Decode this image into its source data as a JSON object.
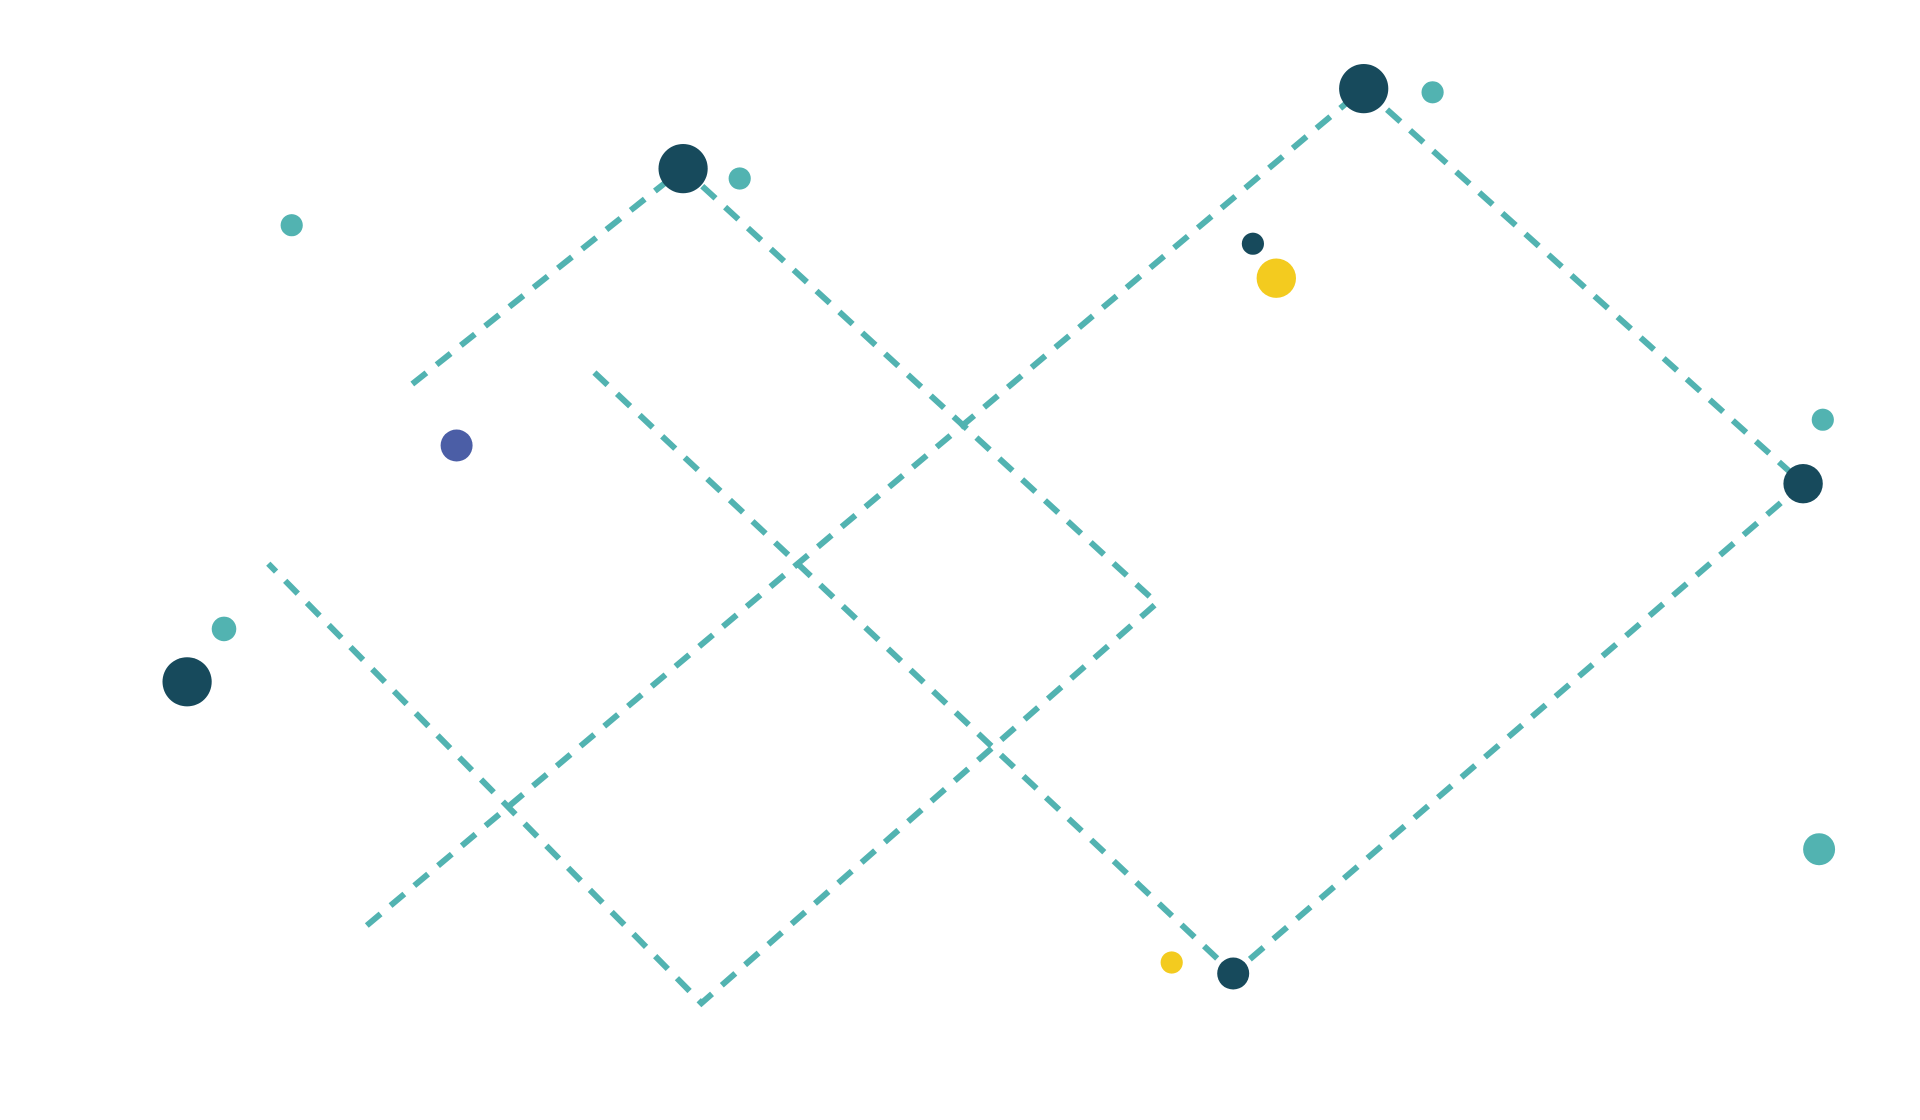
{
  "palette": {
    "background": "#ffffff",
    "teal": "#52b3b1",
    "navy": "#174a5c",
    "yellow": "#f3cb1f",
    "indigo": "#4b5ea6"
  },
  "decoration": {
    "line_style": "dashed",
    "line_color_key": "teal",
    "dot_colors_present": [
      "navy",
      "teal",
      "yellow",
      "indigo"
    ]
  }
}
